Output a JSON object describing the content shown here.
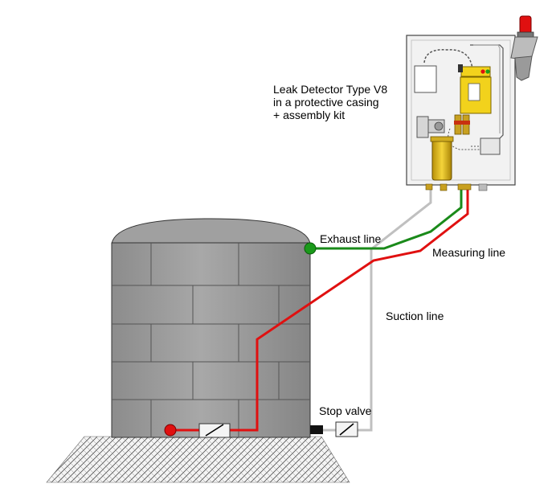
{
  "labels": {
    "detector_line1": "Leak Detector Type V8",
    "detector_line2": "in a protective casing",
    "detector_line3": "+ assembly kit",
    "exhaust": "Exhaust line",
    "measuring": "Measuring line",
    "suction": "Suction line",
    "stop_valve": "Stop valve"
  },
  "colors": {
    "exhaust_line": "#1a8a1a",
    "measuring_line": "#e01010",
    "suction_line": "#c0c0c0",
    "tank_fill": "#9a9a9a",
    "housing_yellow": "#f2d21c",
    "beacon_red": "#e01010"
  },
  "icons": {
    "tank": "storage-tank-icon",
    "detector": "leak-detector-icon",
    "beacon": "warning-beacon-icon",
    "valve": "valve-icon",
    "ground": "gravel-ground-icon"
  }
}
